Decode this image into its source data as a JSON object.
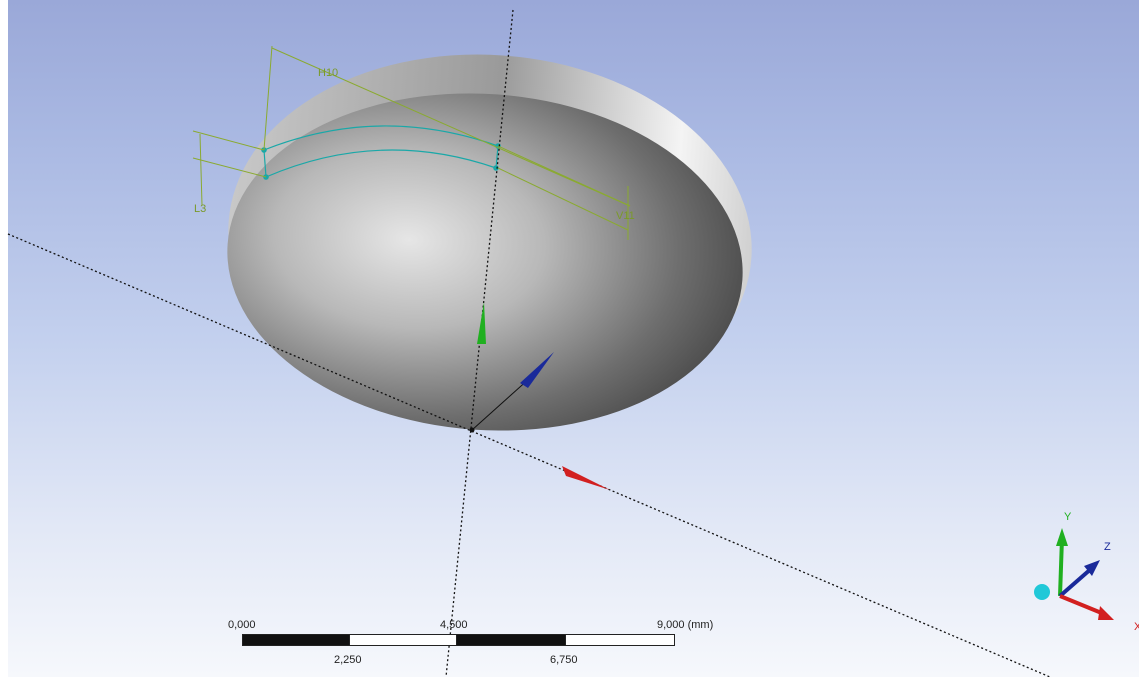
{
  "dimensions": {
    "h_label": "H10",
    "v_label": "V11",
    "l_label": "L3"
  },
  "scale_bar": {
    "top_labels": [
      "0,000",
      "4,500",
      "9,000 (mm)"
    ],
    "bottom_labels": [
      "2,250",
      "6,750"
    ]
  },
  "triad": {
    "y_label": "Y",
    "z_label": "Z",
    "x_label": "X"
  },
  "colors": {
    "x_axis": "#d22020",
    "y_axis": "#20b020",
    "z_axis": "#1a2a9a",
    "sketch": "#1aa8a8",
    "dimension": "#7a9a2a",
    "origin_ball": "#20c8d8"
  }
}
